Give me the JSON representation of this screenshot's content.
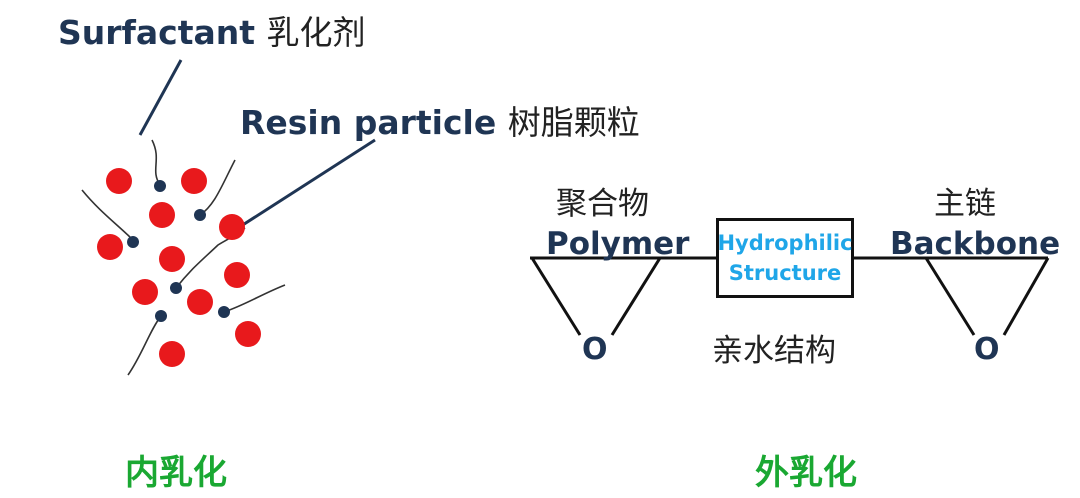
{
  "surfactant": {
    "en": "Surfactant",
    "cn": "乳化剂"
  },
  "resin": {
    "en": "Resin particle",
    "cn": "树脂颗粒"
  },
  "polymer": {
    "cn": "聚合物",
    "en": "Polymer"
  },
  "backbone": {
    "cn": "主链",
    "en": "Backbone"
  },
  "hydrophilic": {
    "line1": "Hydrophilic",
    "line2": "Structure",
    "cn": "亲水结构"
  },
  "epoxy": {
    "left_o": "O",
    "right_o": "O"
  },
  "bottom": {
    "inner": "内乳化",
    "outer": "外乳化"
  },
  "colors": {
    "particle": "#e8191c",
    "surfactant_head": "#1f3554",
    "label": "#1f3554",
    "caption": "#1aa832",
    "box_text": "#1fa6e8"
  }
}
